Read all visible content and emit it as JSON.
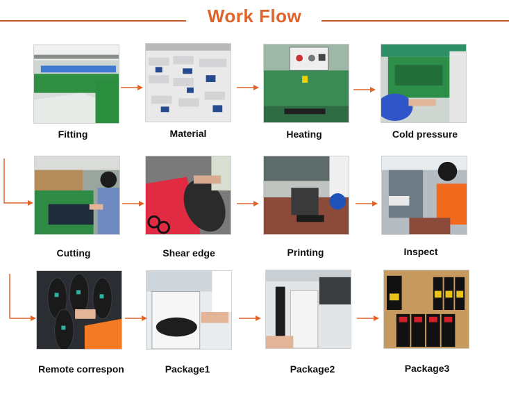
{
  "header": {
    "title": "Work Flow",
    "accent_color": "#e0632a",
    "line_color": "#c0562a"
  },
  "steps": [
    {
      "label": "Fitting",
      "scene": "fitting-machine"
    },
    {
      "label": "Material",
      "scene": "material-stack"
    },
    {
      "label": "Heating",
      "scene": "heating-machine"
    },
    {
      "label": "Cold pressure",
      "scene": "press-machine"
    },
    {
      "label": "Cutting",
      "scene": "cutting-worker"
    },
    {
      "label": "Shear edge",
      "scene": "scissors-insole"
    },
    {
      "label": "Printing",
      "scene": "printing-table"
    },
    {
      "label": "Inspect",
      "scene": "inspect-worker"
    },
    {
      "label": "Remote correspon",
      "scene": "remote-insoles"
    },
    {
      "label": "Package1",
      "scene": "package-box"
    },
    {
      "label": "Package2",
      "scene": "package-film"
    },
    {
      "label": "Package3",
      "scene": "package-boxes"
    }
  ],
  "arrow_color": "#e0632a"
}
